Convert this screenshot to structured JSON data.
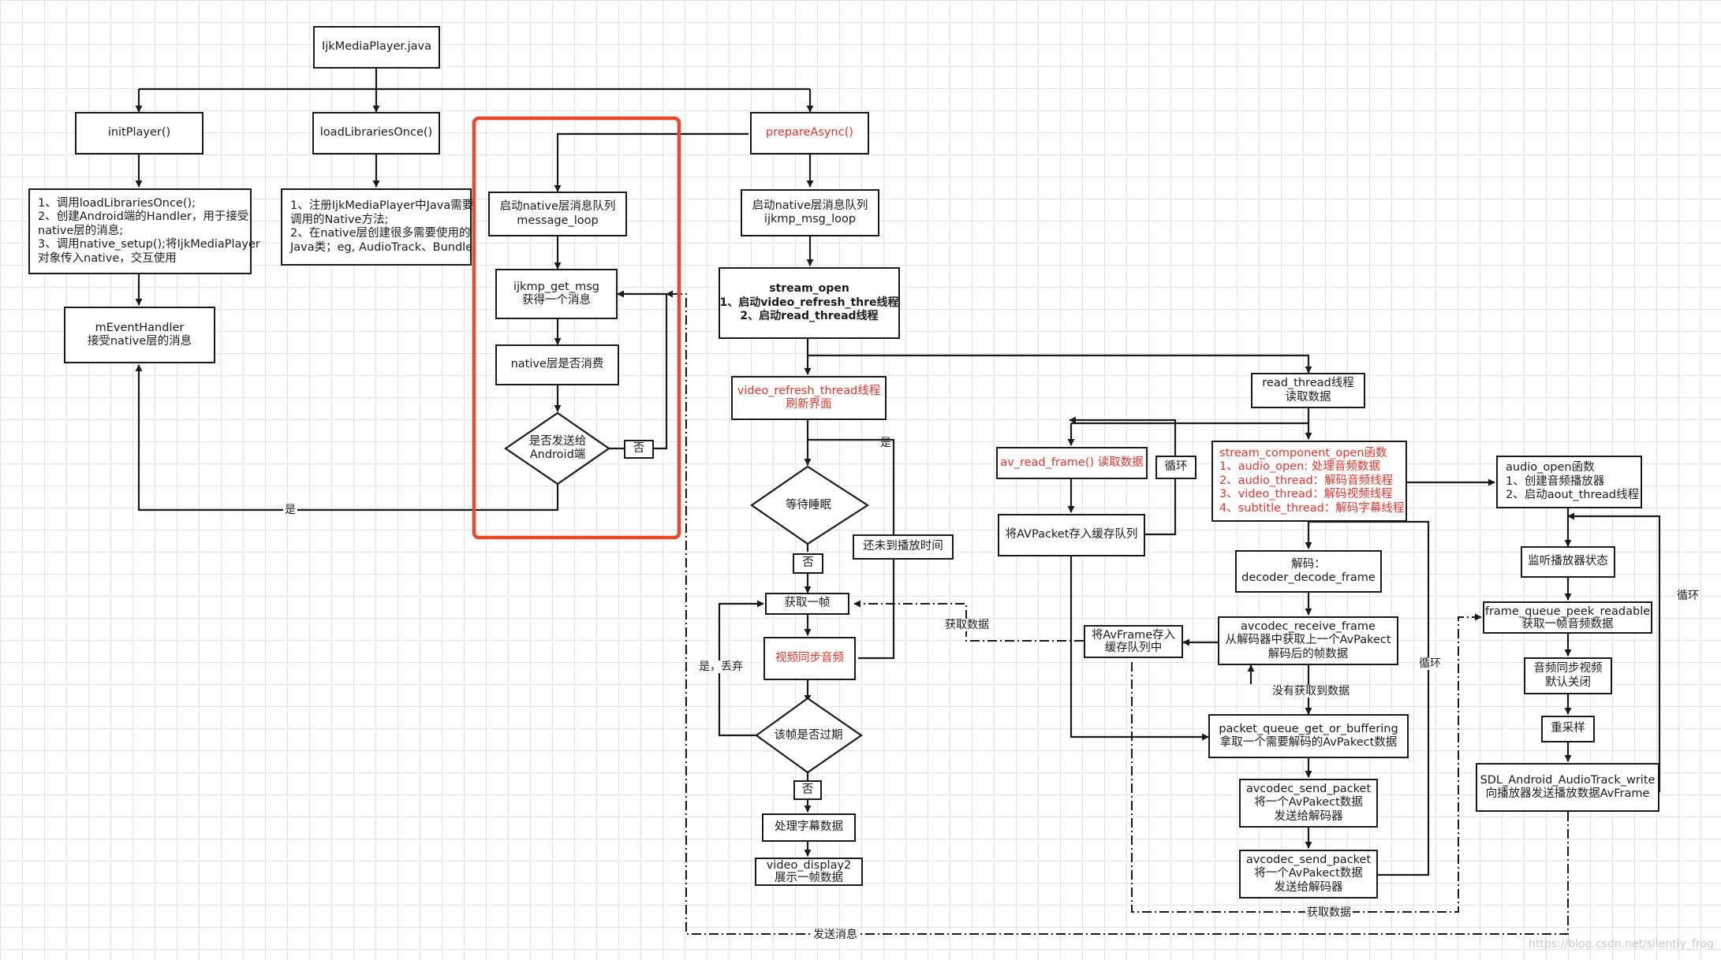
{
  "nodes": {
    "ijk_java": "IjkMediaPlayer.java",
    "init_player": "initPlayer()",
    "init_player_desc": [
      "1、调用loadLibrariesOnce();",
      "2、创建Android端的Handler，用于接受",
      "native层的消息;",
      "3、调用native_setup();将IjkMediaPlayer",
      "对象传入native，交互使用"
    ],
    "event_handler": [
      "mEventHandler",
      "接受native层的消息"
    ],
    "load_libraries": "loadLibrariesOnce()",
    "load_libraries_desc": [
      "1、注册IjkMediaPlayer中Java需要",
      "调用的Native方法;",
      "2、在native层创建很多需要使用的",
      "Java类；eg, AudioTrack、Bundle"
    ],
    "msg_loop_start": [
      "启动native层消息队列",
      "message_loop"
    ],
    "get_msg": [
      "ijkmp_get_msg",
      "获得一个消息"
    ],
    "native_consume": "native层是否消费",
    "send_android": [
      "是否发送给",
      "Android端"
    ],
    "prepare_async": "prepareAsync()",
    "ijkmp_loop_start": [
      "启动native层消息队列",
      "ijkmp_msg_loop"
    ],
    "stream_open": [
      "stream_open",
      "1、启动video_refresh_thre线程",
      "2、启动read_thread线程"
    ],
    "video_refresh": [
      "video_refresh_thread线程",
      "刷新界面"
    ],
    "wait_sleep": "等待睡眠",
    "not_yet": "还未到播放时间",
    "get_frame": "获取一帧",
    "av_sync": "视频同步音频",
    "frame_expired": "该帧是否过期",
    "subtitle": "处理字幕数据",
    "video_display": [
      "video_display2",
      "展示一帧数据"
    ],
    "read_thread": [
      "read_thread线程",
      "读取数据"
    ],
    "av_read_frame": "av_read_frame() 读取数据",
    "packet_cache": "将AVPacket存入缓存队列",
    "stream_component_title": "stream_component_open函数",
    "stream_component_items": [
      "1、audio_open: 处理音频数据",
      "2、audio_thread：解码音频线程",
      "3、video_thread：解码视频线程",
      "4、subtitle_thread：解码字幕线程"
    ],
    "decode": [
      "解码：",
      "decoder_decode_frame"
    ],
    "receive_frame": [
      "avcodec_receive_frame",
      "从解码器中获取上一个AvPakect",
      "解码后的帧数据"
    ],
    "frame_cache": [
      "将AvFrame存入",
      "缓存队列中"
    ],
    "packet_get": [
      "packet_queue_get_or_buffering",
      "拿取一个需要解码的AvPakect数据"
    ],
    "send_packet_1": [
      "avcodec_send_packet",
      "将一个AvPakect数据",
      "发送给解码器"
    ],
    "send_packet_2": [
      "avcodec_send_packet",
      "将一个AvPakect数据",
      "发送给解码器"
    ],
    "audio_open": [
      "audio_open函数",
      "1、创建音频播放器",
      "2、启动aout_thread线程"
    ],
    "monitor_state": "监听播放器状态",
    "frame_peek": [
      "frame_queue_peek_readable",
      "获取一帧音频数据"
    ],
    "av_audio_sync": [
      "音频同步视频",
      "默认关闭"
    ],
    "resample": "重采样",
    "audiotrack_write": [
      "SDL_Android_AudioTrack_write",
      "向播放器发送播放数据AvFrame"
    ]
  },
  "labels": {
    "yes_1": "是",
    "no_1": "否",
    "yes_2": "是",
    "no_2": "否",
    "yes_discard": "是，丢弃",
    "no_3": "否",
    "loop_1": "循环",
    "loop_2": "循环",
    "loop_3": "循环",
    "get_data_1": "获取数据",
    "get_data_2": "获取数据",
    "no_data": "没有获取到数据",
    "send_msg": "发送消息"
  },
  "watermark": "https://blog.csdn.net/silently_frog",
  "colors": {
    "highlight_border": "#e8492b",
    "red_text": "#e2342b",
    "line": "#1a1a1a",
    "grid": "#e3e3e3"
  }
}
